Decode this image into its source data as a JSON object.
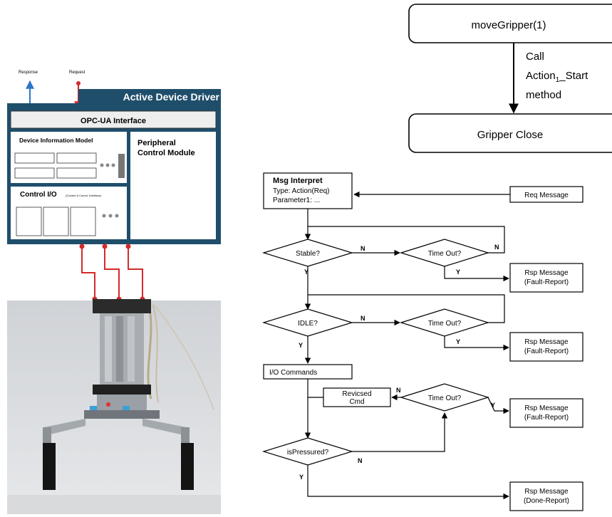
{
  "driver": {
    "response_label": "Response",
    "request_label": "Request",
    "title": "Active Device Driver",
    "opcua": "OPC-UA Interface",
    "info_model": "Device Information Model",
    "peripheral_line1": "Peripheral",
    "peripheral_line2": "Control Module",
    "control_io": "Control I/O",
    "control_io_sub": "(Control & Comm. Interface)",
    "colors": {
      "panel": "#1f4e6b",
      "wire": "#d42a2a",
      "response_arrow": "#2a78c4"
    }
  },
  "photo": {
    "subject": "gripper-photo"
  },
  "top_flow": {
    "start": "moveGripper(1)",
    "call_line1": "Call",
    "call_line2_main": "Action",
    "call_line2_sub": "1",
    "call_line2_tail": "_Start",
    "call_line3": "method",
    "end": "Gripper Close"
  },
  "flow": {
    "msg_title": "Msg Interpret",
    "msg_type": "Type: Action(Req)",
    "msg_param": "Parameter1:  ...",
    "req_message": "Req Message",
    "stable": "Stable?",
    "timeout": "Time Out?",
    "idle": "IDLE?",
    "io_commands": "I/O Commands",
    "revised_line1": "Revicsed",
    "revised_line2": "Cmd",
    "is_pressured": "isPressured?",
    "rsp_message": "Rsp Message",
    "fault_report": "(Fault-Report)",
    "done_report": "(Done-Report)",
    "n": "N",
    "y": "Y"
  }
}
